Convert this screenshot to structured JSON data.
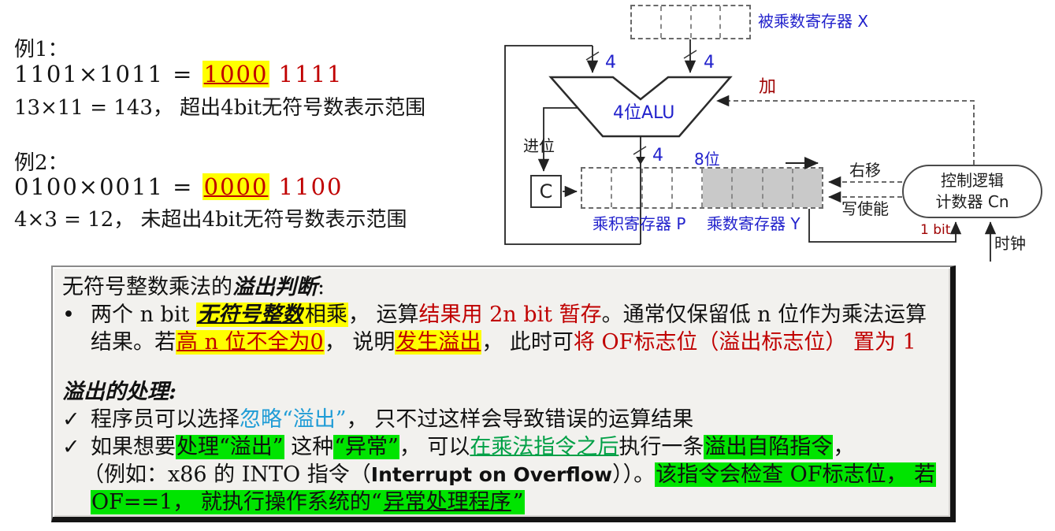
{
  "examples": {
    "e1": {
      "label": "例1：",
      "eq_pre": "1101×1011 = ",
      "eq_hl": "1000",
      "eq_tail": " 1111",
      "note": "13×11 = 143， 超出4bit无符号数表示范围"
    },
    "e2": {
      "label": "例2：",
      "eq_pre": "0100×0011 = ",
      "eq_hl": "0000",
      "eq_tail": " 1100",
      "note": "4×3 = 12， 未超出4bit无符号数表示范围"
    }
  },
  "diagram": {
    "reg_x_label": "被乘数寄存器 X",
    "bus4_a": "4",
    "bus4_b": "4",
    "bus4_out": "4",
    "bus8": "8位",
    "alu_label": "4位ALU",
    "add_label": "加",
    "carry_label": "进位",
    "c_label": "C",
    "reg_p_label": "乘积寄存器 P",
    "reg_y_label": "乘数寄存器 Y",
    "shift_label": "右移",
    "wen_label": "写使能",
    "ctrl_line1": "控制逻辑",
    "ctrl_line2": "计数器 Cn",
    "one_bit_label": "1 bit",
    "clock_label": "时钟"
  },
  "panel": {
    "bullet": "•",
    "check": "✓",
    "title": [
      "无符号整数乘法的",
      "溢出判断",
      ":"
    ],
    "b1a": [
      "两个 n bit ",
      "无符号整数",
      "相乘",
      "， 运算",
      "结果用 2n bit 暂存",
      "。通常仅保留低 n 位作为乘法运算"
    ],
    "b1b": [
      "结果。若",
      "高 n 位不全为0",
      "， 说明",
      "发生溢出",
      "， 此时可",
      "将 OF标志位（溢出标志位） 置为 1"
    ],
    "h2": [
      "溢出的处理:"
    ],
    "c1": [
      "程序员可以选择",
      "忽略“溢出”",
      "， 只不过这样会导致错误的运算结果"
    ],
    "c2": [
      "如果想要",
      "处理“溢出”",
      " 这种",
      "“异常”",
      "， 可以",
      "在乘法指令之后",
      "执行一条",
      "溢出自陷指令",
      "，"
    ],
    "c3": [
      "（例如：x86 的 INTO 指令（",
      "Interrupt on Overflow",
      "））。",
      "该指令会检查 OF标志位， 若"
    ],
    "c4": [
      "OF==1， 就执行操作系统的“",
      "异常处理程序",
      "”"
    ]
  },
  "colors": {
    "accent_red": "#c00000",
    "dark_red": "#a00505",
    "highlight_yellow": "#ffff00",
    "highlight_green": "#00e400",
    "link_blue": "#1f9cd6",
    "green_text": "#00a046",
    "diagram_blue": "#2222cc"
  }
}
